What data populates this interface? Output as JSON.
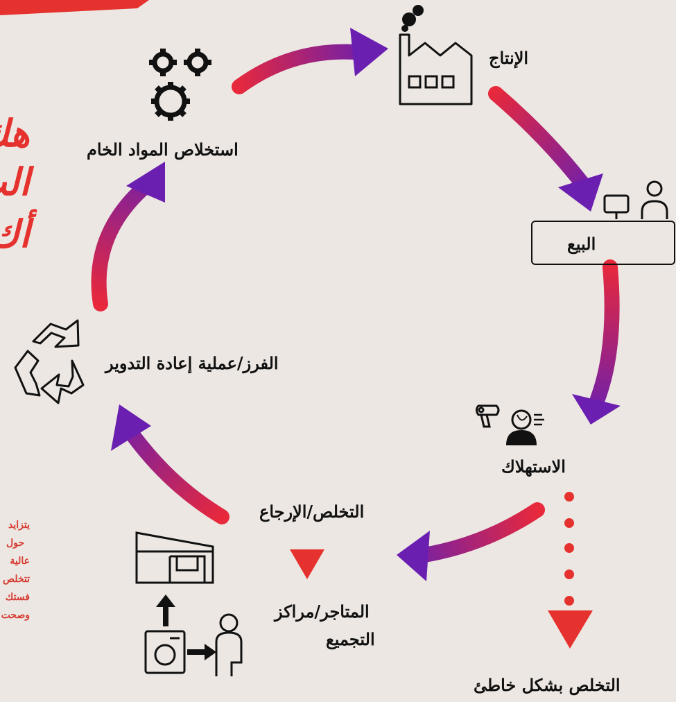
{
  "cycle": {
    "production": "الإنتاج",
    "sale": "البيع",
    "consumption": "الاستهلاك",
    "disposal_return": "التخلص/الإرجاع",
    "stores_collection_line1": "المتاجر/مراكز",
    "stores_collection_line2": "التجميع",
    "improper_disposal": "التخلص بشكل خاطئ",
    "sorting_recycling": "الفرز/عملية إعادة التدوير",
    "raw_extraction": "استخلاص المواد الخام"
  },
  "side_title": [
    "هك",
    "الت",
    "أك"
  ],
  "side_note": [
    "يتزايد",
    "حول",
    "عالية",
    "تتخلص",
    "فستك",
    "وصحت"
  ],
  "colors": {
    "arrow_start": "#e8283b",
    "arrow_end": "#6a1fb0",
    "accent_red": "#e5322e",
    "background": "#ece7e2"
  }
}
